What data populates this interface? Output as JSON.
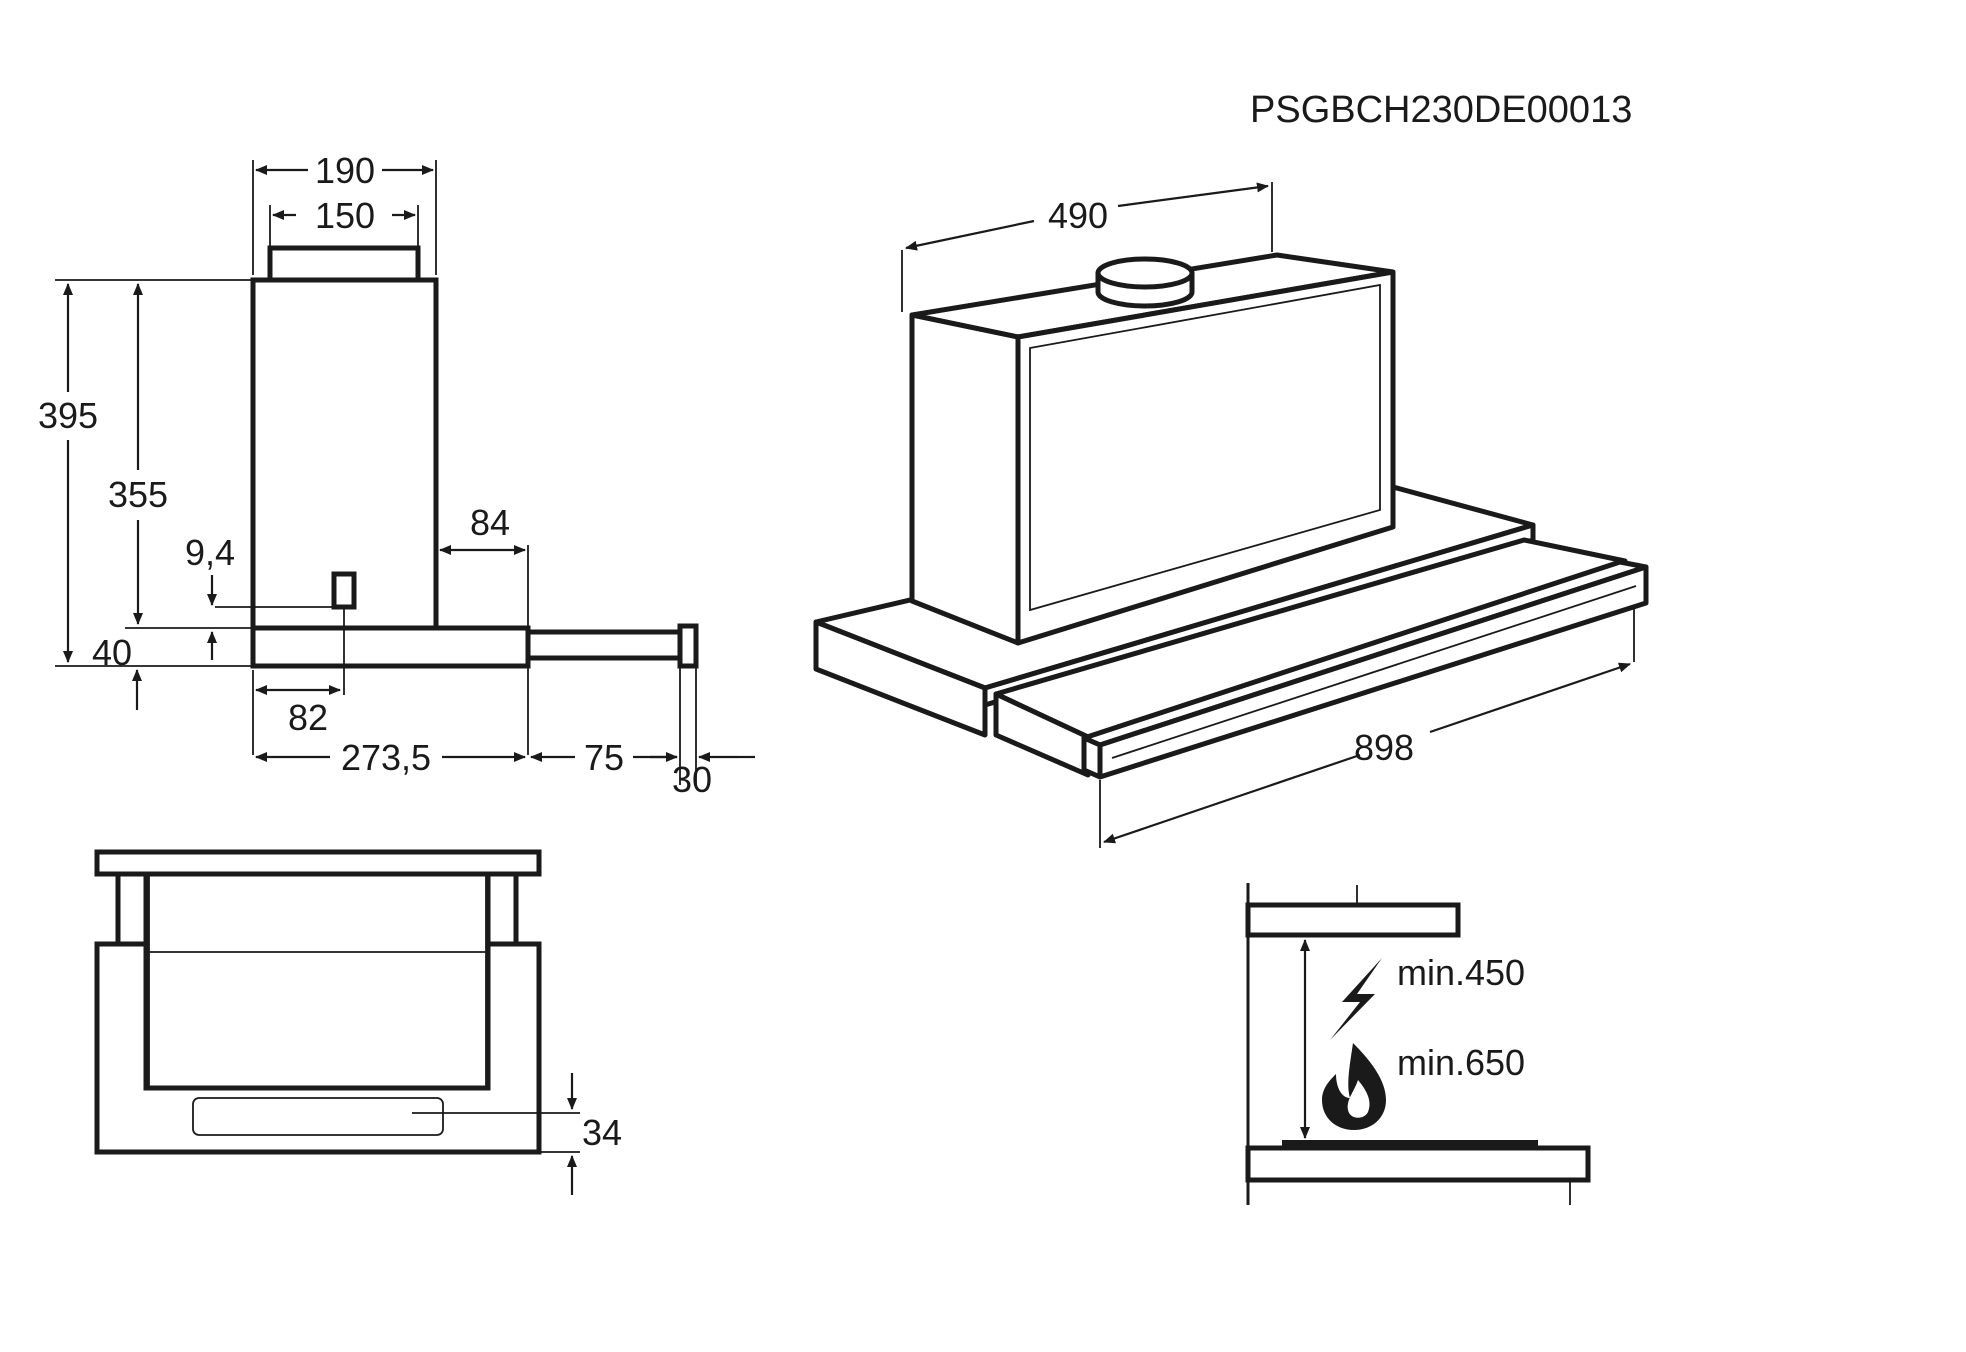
{
  "product_code": "PSGBCH230DE00013",
  "side_view": {
    "dims": {
      "width_chimney": "190",
      "width_outlet": "150",
      "height_total": "395",
      "height_body": "355",
      "depth_extension": "84",
      "offset_indicator": "9,4",
      "thickness_base": "40",
      "offset_outlet": "82",
      "depth_base": "273,5",
      "depth_slide": "75",
      "depth_front": "30"
    }
  },
  "front_view": {
    "dims": {
      "height_panel": "34"
    }
  },
  "iso_view": {
    "dims": {
      "depth_top": "490",
      "width_total": "898"
    }
  },
  "install_view": {
    "electric_label": "min.450",
    "gas_label": "min.650",
    "icons": [
      "lightning-icon",
      "flame-icon"
    ]
  }
}
